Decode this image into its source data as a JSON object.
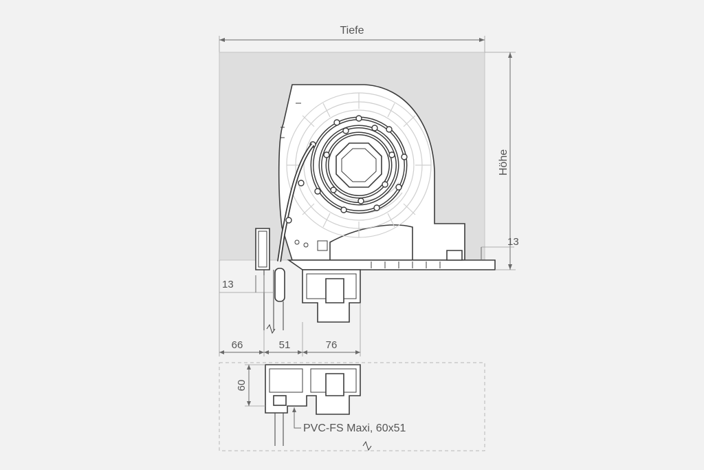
{
  "labels": {
    "depth": "Tiefe",
    "height": "Höhe",
    "dim_top_right": "13",
    "dim_left_side": "13",
    "dim_a": "66",
    "dim_b": "51",
    "dim_c": "76",
    "dim_lower_height": "60",
    "profile_caption": "PVC-FS Maxi, 60x51"
  },
  "colors": {
    "background": "#f2f2f2",
    "box_fill": "#dedede",
    "line": "#3c3c3c",
    "dimension": "#6a6a6a"
  }
}
